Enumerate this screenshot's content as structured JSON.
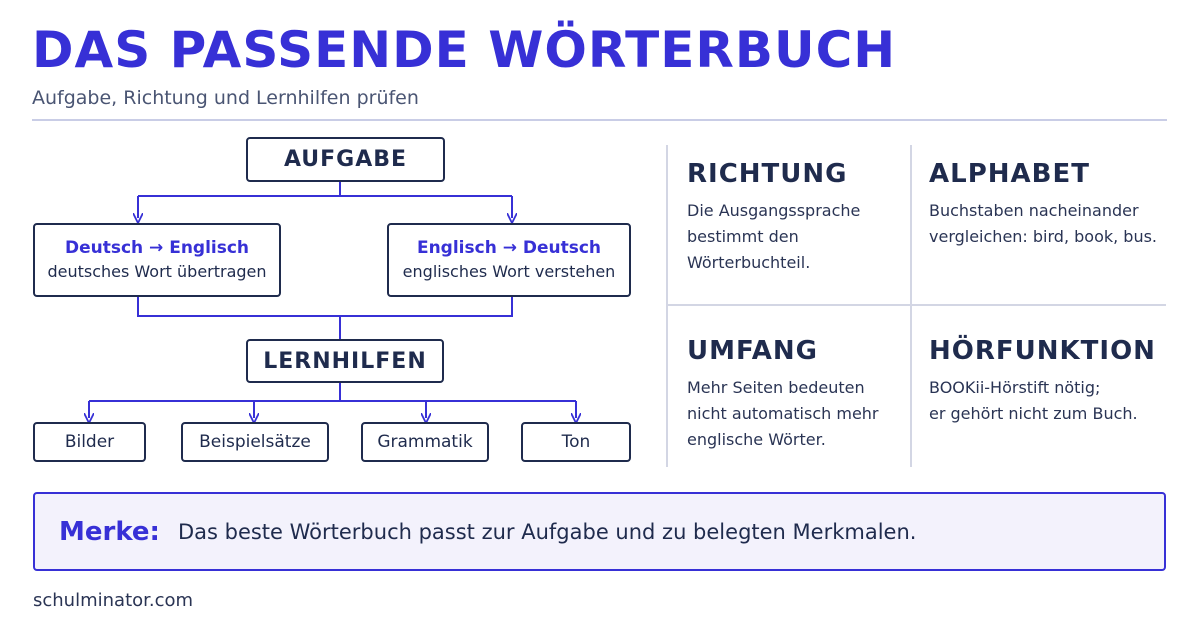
{
  "header": {
    "title": "DAS PASSENDE WÖRTERBUCH",
    "subtitle": "Aufgabe, Richtung und Lernhilfen prüfen"
  },
  "flowchart": {
    "task": "AUFGABE",
    "branches": [
      {
        "heading": "Deutsch → Englisch",
        "text": "deutsches Wort übertragen"
      },
      {
        "heading": "Englisch → Deutsch",
        "text": "englisches Wort verstehen"
      }
    ],
    "aids": "LERNHILFEN",
    "leaves": [
      "Bilder",
      "Beispielsätze",
      "Grammatik",
      "Ton"
    ]
  },
  "criteria": [
    {
      "title": "RICHTUNG",
      "text": "Die Ausgangssprache\nbestimmt den\nWörterbuchteil."
    },
    {
      "title": "ALPHABET",
      "text": "Buchstaben nacheinander\nvergleichen: bird, book, bus."
    },
    {
      "title": "UMFANG",
      "text": "Mehr Seiten bedeuten\nnicht automatisch mehr\nenglische Wörter."
    },
    {
      "title": "HÖRFUNKTION",
      "text": "BOOKii-Hörstift nötig;\ner gehört nicht zum Buch."
    }
  ],
  "note": {
    "label": "Merke:",
    "text": "Das beste Wörterbuch passt zur Aufgabe und zu belegten Merkmalen."
  },
  "footer": "schulminator.com",
  "colors": {
    "accent": "#3730d6",
    "text": "#1f2b4d",
    "divider": "#d3d6e4",
    "note_bg": "#f3f2fc"
  }
}
